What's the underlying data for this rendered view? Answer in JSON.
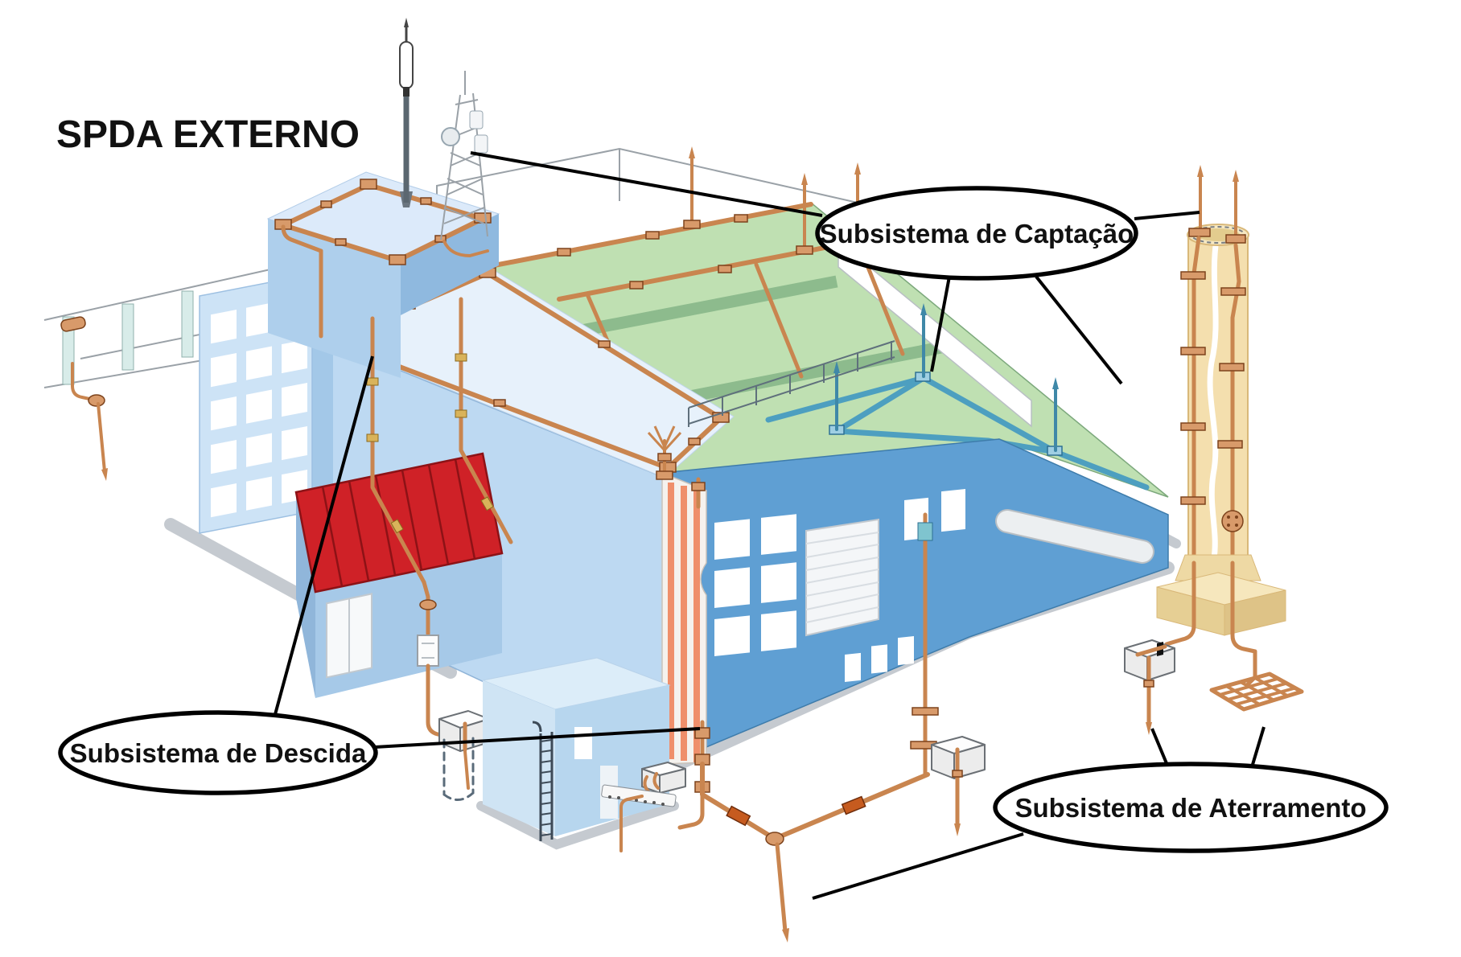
{
  "title": "SPDA EXTERNO",
  "callouts": [
    {
      "id": "captacao",
      "label": "Subsistema de Captação"
    },
    {
      "id": "descida",
      "label": "Subsistema de Descida"
    },
    {
      "id": "aterramento",
      "label": "Subsistema de Aterramento"
    }
  ],
  "palette": {
    "copper_conductor": "#c9854f",
    "copper_dark": "#7d431c",
    "blue_conductor": "#4d9fc0",
    "roof_green": "#bfe0b2",
    "roof_green_band": "#8dbb8d",
    "wall_blue_light": "#bdd9f2",
    "wall_blue_medium": "#5f9fd3",
    "annex_roof_red": "#cf2127",
    "chimney_tan": "#f4dfae",
    "annotation": "#000000",
    "background": "#ffffff"
  }
}
